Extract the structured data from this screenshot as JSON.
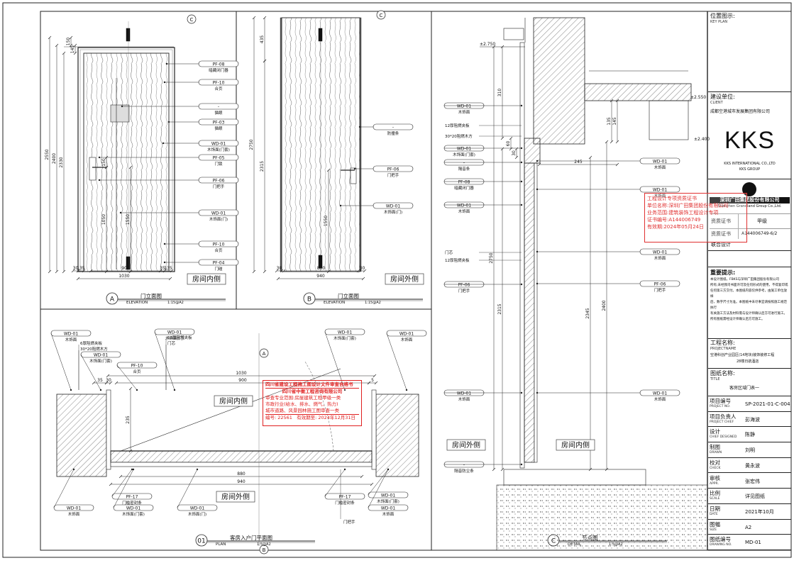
{
  "drawings": {
    "A": {
      "letter": "A",
      "title": "门立面图",
      "sub": "ELEVATION",
      "scale": "1:15@A2",
      "side": "房间内侧",
      "dims_v": [
        "150",
        "145",
        "2550",
        "2400",
        "2330",
        "150",
        "1550",
        "1050"
      ],
      "dims_h": [
        "30",
        "135",
        "900",
        "35",
        "135",
        "1030"
      ],
      "tags": [
        [
          "PF-08",
          "暗藏闭门器"
        ],
        [
          "PF-10",
          "合页"
        ],
        [
          "-",
          "猫眼"
        ],
        [
          "PF-03",
          "猫眼"
        ],
        [
          "WD-01",
          "木饰面(门套)"
        ],
        [
          "PF-05",
          "门锁"
        ],
        [
          "PF-06",
          "门把手"
        ],
        [
          "WD-01",
          "木饰面(门)"
        ],
        [
          "PF-10",
          "合页"
        ],
        [
          "PF-04",
          "门碰"
        ]
      ]
    },
    "B": {
      "letter": "B",
      "title": "门立面图",
      "sub": "ELEVATION",
      "scale": "1:15@A2",
      "side": "房间外侧",
      "dims_v": [
        "435",
        "2750",
        "2315",
        "1550"
      ],
      "dims_h": [
        "30",
        "860",
        "30",
        "940"
      ],
      "tags": [
        [
          "-",
          "防撞条"
        ],
        [
          "PF-06",
          "门把手"
        ],
        [
          "WD-01",
          "木饰面(门)"
        ]
      ]
    },
    "P": {
      "letter": "01",
      "title": "客房入户门平面图",
      "sub": "PLAN",
      "scale": "1:5@A2",
      "inside": "房间内侧",
      "outside": "房间外侧",
      "cut": "A",
      "cut2": "B",
      "dims": [
        "1030",
        "900",
        "35",
        "30",
        "5",
        "235",
        "880",
        "940"
      ],
      "top_tags": [
        [
          "WD-01",
          "木饰面"
        ],
        [
          "6厚阻燃夹板",
          ""
        ],
        [
          "30*20阻燃木方",
          ""
        ],
        [
          "WD-01",
          "木饰面(门套)"
        ],
        [
          "WD-01",
          "木饰面(门)"
        ],
        [
          "12厚阻燃夹板",
          ""
        ],
        [
          "门芯",
          ""
        ],
        [
          "WD-01",
          "木饰面(门套)"
        ],
        [
          "WD-01",
          "木饰面"
        ],
        [
          "PF-10",
          "合页"
        ]
      ],
      "bot_tags": [
        [
          "WD-01",
          "木饰面"
        ],
        [
          "PF-17",
          "门槛密封条"
        ],
        [
          "WD-01",
          "木饰面(门套)"
        ],
        [
          "WD-01",
          "木饰面(门)"
        ],
        [
          "PF-17",
          "门槛密封条"
        ],
        [
          "WD-01",
          "木饰面(门套)"
        ],
        [
          "WD-01",
          "木饰面"
        ],
        [
          "门把手",
          ""
        ]
      ]
    },
    "C": {
      "letter": "C",
      "title": "节点图",
      "sub": "DETAIL",
      "scale": "1:5@A2",
      "outside": "房间外侧",
      "inside": "房间内侧",
      "levels": [
        "±2.750",
        "±2.550",
        "±2.400"
      ],
      "dims_v": [
        "310",
        "60",
        "30",
        "135",
        "145",
        "2750",
        "2315",
        "2345",
        "2400"
      ],
      "dims_h": [
        "245"
      ],
      "left_tags": [
        [
          "WD-01",
          "木饰面"
        ],
        [
          "12厚阻燃夹板",
          ""
        ],
        [
          "30*20阻燃木方",
          ""
        ],
        [
          "WD-01",
          "木饰面(门套)"
        ],
        [
          "-",
          "隔音条"
        ],
        [
          "PF-08",
          "暗藏闭门器"
        ],
        [
          "WD-01",
          "木饰面"
        ],
        [
          "门芯",
          ""
        ],
        [
          "12厚阻燃夹板",
          ""
        ],
        [
          "PF-06",
          "门把手"
        ],
        [
          "WD-01",
          "木饰面"
        ],
        [
          "-",
          "隔音防尘条"
        ]
      ],
      "right_tags": [
        [
          "WD-01",
          "木饰面"
        ],
        [
          "WD-01",
          "木饰面"
        ],
        [
          "WD-01",
          "木饰面"
        ],
        [
          "PF-06",
          "门把手"
        ],
        [
          "WD-01",
          "木饰面"
        ]
      ]
    }
  },
  "stamp": {
    "lines": [
      "四川省建设工程施工图设计文件审查合格书",
      "四川省中衡工程咨询有限公司",
      "审查专业范围:房屋建筑工程甲级一类",
      "市政行业(给水、排水、燃气、热力)",
      "城市道路、风景园林施工图审查一类",
      "编号: 22561",
      "有效期至: 2024年12月31日"
    ]
  },
  "title_block": {
    "key_plan": "位置图示:",
    "key_plan_en": "KEY PLAN",
    "client": "建设单位:",
    "client_en": "CLIENT",
    "client_name": "成都空港城市发展集团有限公司",
    "logo": "KKS",
    "company": "KKS INTERNATIONAL CO.,LTD",
    "group": "KKS GROUP",
    "partner_name": "深圳广田集团股份有限公司",
    "partner_en": "Shenzhen Grandland Group Co.,Ltd.",
    "cert_lines": [
      "工程设计专项资质证书",
      "单位名称:深圳广田集团股份有限公司",
      "业务范围:建筑装饰工程设计专项",
      "证书编号:A144006749",
      "有效期:2024年05月24日"
    ],
    "qual": "资质证书",
    "qual_grade": "甲级",
    "qual_label": "资质证书",
    "qual_no": "A144006749-6/2",
    "joint": "联合设计",
    "notes_title": "重要提示:",
    "notes": [
      "本设计图纸，FBKS与深圳广田集团股份有限公司",
      "所有;未经我司书面许可及任何形式的使用，不得复印或",
      "任何第三方交付。本图纸内容仅供参考，由施工单位放样",
      "后，数字尺寸为准。本图纸中未尽事宜请按照施工规范执行",
      "有关施工方法及材料需与设计师确认后方可进行施工。",
      "所有图纸需经设计师确认后方可施工。"
    ],
    "project_label": "工程名称:",
    "project_en": "PROJECTNAME",
    "project_name": [
      "空港科创产业园区(14地块)装饰装修工程",
      "28楼日航酒店"
    ],
    "drawing_label": "图纸名称:",
    "drawing_en": "TITLE",
    "drawing_name": "客房区域门表一",
    "rows": [
      {
        "cn": "项目编号",
        "en": "PROJECT NO.",
        "val": "SP-2021-01-C-004"
      },
      {
        "cn": "项目负责人",
        "en": "PROJECT CHIEF",
        "val": "彭海波"
      },
      {
        "cn": "设计",
        "en": "CHIEF DESIGNED",
        "val": "陈静"
      },
      {
        "cn": "制图",
        "en": "DRAWN",
        "val": "刘明"
      },
      {
        "cn": "校对",
        "en": "CHECK",
        "val": "黄永波"
      },
      {
        "cn": "审核",
        "en": "APPR.",
        "val": "张宏伟"
      },
      {
        "cn": "比例",
        "en": "SCALE",
        "val": "详见图纸"
      },
      {
        "cn": "日期",
        "en": "DATE",
        "val": "2021年10月"
      },
      {
        "cn": "图幅",
        "en": "SIZE",
        "val": "A2"
      },
      {
        "cn": "图纸编号",
        "en": "DRAWING NO.",
        "val": "MD-01"
      }
    ]
  }
}
